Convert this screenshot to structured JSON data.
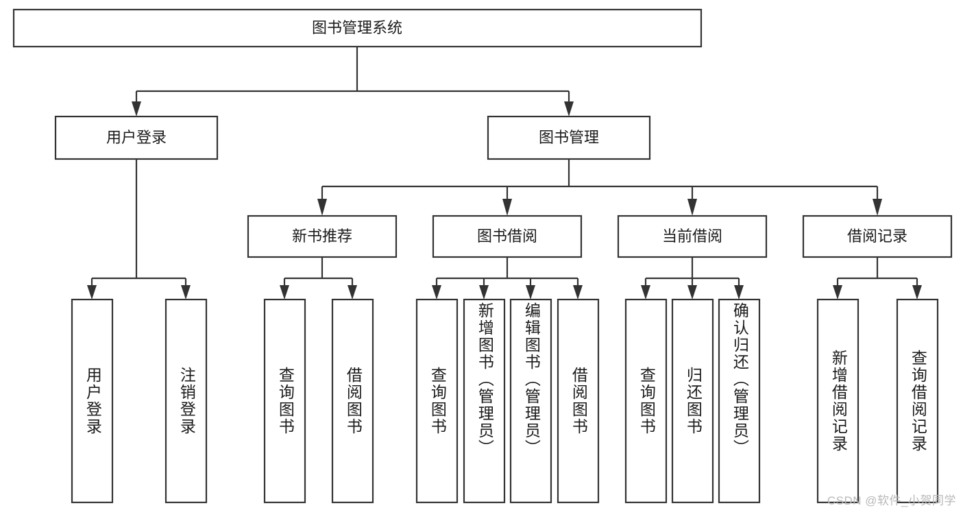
{
  "diagram": {
    "type": "tree-hierarchy",
    "title": "图书管理系统",
    "root": {
      "id": "root",
      "label": "图书管理系统",
      "orientation": "horizontal"
    },
    "level2": [
      {
        "id": "user-login",
        "label": "用户登录",
        "orientation": "horizontal"
      },
      {
        "id": "book-management",
        "label": "图书管理",
        "orientation": "horizontal"
      }
    ],
    "level3": [
      {
        "id": "new-book-recommend",
        "label": "新书推荐",
        "parent": "book-management",
        "orientation": "horizontal"
      },
      {
        "id": "book-borrow",
        "label": "图书借阅",
        "parent": "book-management",
        "orientation": "horizontal"
      },
      {
        "id": "current-borrow",
        "label": "当前借阅",
        "parent": "book-management",
        "orientation": "horizontal"
      },
      {
        "id": "borrow-record",
        "label": "借阅记录",
        "parent": "book-management",
        "orientation": "horizontal"
      }
    ],
    "leaves": [
      {
        "id": "leaf-user-login",
        "label": "用户登录",
        "parent": "user-login",
        "orientation": "vertical"
      },
      {
        "id": "leaf-logout",
        "label": "注销登录",
        "parent": "user-login",
        "orientation": "vertical"
      },
      {
        "id": "leaf-query-book-1",
        "label": "查询图书",
        "parent": "new-book-recommend",
        "orientation": "vertical"
      },
      {
        "id": "leaf-borrow-book-1",
        "label": "借阅图书",
        "parent": "new-book-recommend",
        "orientation": "vertical"
      },
      {
        "id": "leaf-query-book-2",
        "label": "查询图书",
        "parent": "book-borrow",
        "orientation": "vertical"
      },
      {
        "id": "leaf-add-book",
        "label": "新增图书（管理员）",
        "parent": "book-borrow",
        "orientation": "vertical"
      },
      {
        "id": "leaf-edit-book",
        "label": "编辑图书（管理员）",
        "parent": "book-borrow",
        "orientation": "vertical"
      },
      {
        "id": "leaf-borrow-book-2",
        "label": "借阅图书",
        "parent": "book-borrow",
        "orientation": "vertical"
      },
      {
        "id": "leaf-query-book-3",
        "label": "查询图书",
        "parent": "current-borrow",
        "orientation": "vertical"
      },
      {
        "id": "leaf-return-book",
        "label": "归还图书",
        "parent": "current-borrow",
        "orientation": "vertical"
      },
      {
        "id": "leaf-confirm-return",
        "label": "确认归还（管理员）",
        "parent": "current-borrow",
        "orientation": "vertical"
      },
      {
        "id": "leaf-add-record",
        "label": "新增借阅记录",
        "parent": "borrow-record",
        "orientation": "vertical"
      },
      {
        "id": "leaf-query-record",
        "label": "查询借阅记录",
        "parent": "borrow-record",
        "orientation": "vertical"
      }
    ],
    "colors": {
      "box_stroke": "#333333",
      "box_fill": "#ffffff",
      "text": "#1a1a1a",
      "connector": "#333333",
      "background": "#ffffff",
      "watermark": "#b8b8b8"
    }
  },
  "watermark": {
    "text": "CSDN @软件_小贺同学"
  }
}
